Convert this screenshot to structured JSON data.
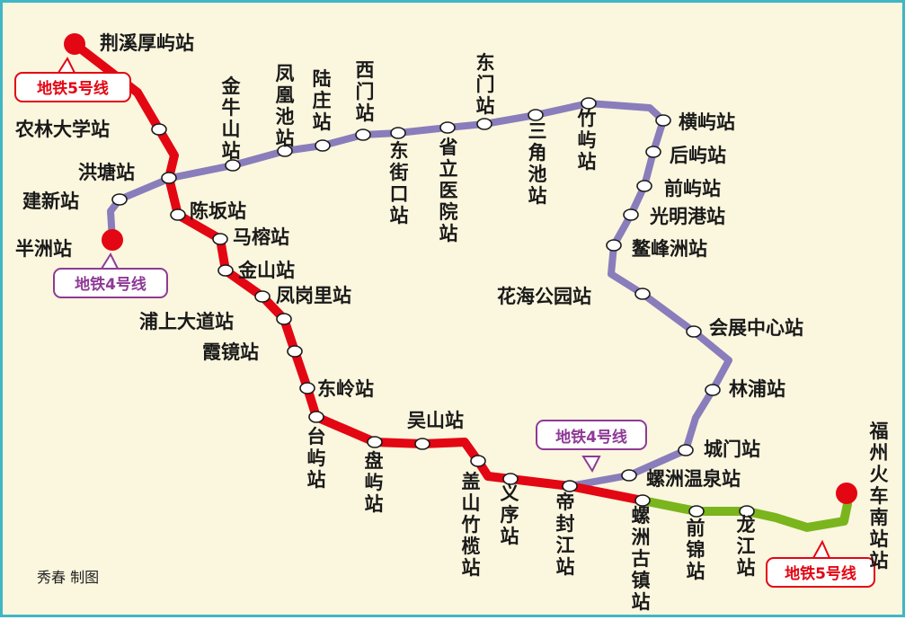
{
  "credit": "秀春 制图",
  "colors": {
    "line5": "#e30613",
    "line4": "#8a7dbb",
    "line_green": "#7ab51d",
    "border": "#41b6c4",
    "background": "#fbf6de",
    "line4_callout": "#8e3a96",
    "line5_callout": "#e30613"
  },
  "callouts": {
    "line5_top": "地铁5号线",
    "line4_left": "地铁4号线",
    "line4_mid": "地铁4号线",
    "line5_bottom": "地铁5号线"
  },
  "terminals": {
    "jingxi": "荆溪厚屿站",
    "banzhou": "半洲站",
    "fuzhou_south": "福州火车南站站"
  },
  "stations": {
    "nonglin": "农林大学站",
    "hongtang": "洪塘站",
    "jianxin": "建新站",
    "chenban": "陈坂站",
    "marong": "马榕站",
    "jinshan": "金山站",
    "fenggangli": "凤岗里站",
    "pushang": "浦上大道站",
    "xiajing": "霞镜站",
    "dongling": "东岭站",
    "taiyu": "台屿站",
    "panyu": "盘屿站",
    "wushan": "吴山站",
    "gaishan": "盖山竹榄站",
    "yixu": "义序站",
    "difeng": "帝封江站",
    "luozhou_guzhen": "螺洲古镇站",
    "qianjin": "前锦站",
    "longjiang": "龙江站",
    "jinniushan": "金牛山站",
    "fenghuangchi": "凤凰池站",
    "luzhuang": "陆庄站",
    "ximen": "西门站",
    "dongjiekou": "东街口站",
    "shengli": "省立医院站",
    "dongmen": "东门站",
    "sanjiaochi": "三角池站",
    "zhuyu": "竹屿站",
    "hengyu": "横屿站",
    "houyu": "后屿站",
    "qianyu": "前屿站",
    "guangminggang": "光明港站",
    "aofengzhou": "鳌峰洲站",
    "huahai": "花海公园站",
    "huizhan": "会展中心站",
    "linpu": "林浦站",
    "chengmen": "城门站",
    "luozhou_wenquan": "螺洲温泉站"
  }
}
